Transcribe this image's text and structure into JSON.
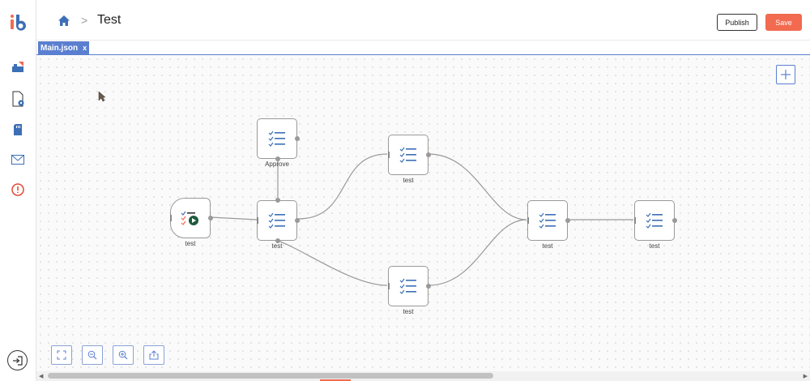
{
  "header": {
    "breadcrumb_sep": ">",
    "title": "Test",
    "publish_label": "Publish",
    "save_label": "Save"
  },
  "tab": {
    "label": "Main.json",
    "close": "x"
  },
  "nodes": [
    {
      "id": "start",
      "label": "test"
    },
    {
      "id": "approve",
      "label": "Approve"
    },
    {
      "id": "center",
      "label": "test"
    },
    {
      "id": "top",
      "label": "test"
    },
    {
      "id": "bottom",
      "label": "test"
    },
    {
      "id": "merge",
      "label": "test"
    },
    {
      "id": "end",
      "label": "test"
    }
  ],
  "colors": {
    "accent": "#5b7fd0",
    "save": "#f26a4f",
    "icon_blue": "#3d6fb6"
  },
  "icons": {
    "sidebar": [
      "dashboard-icon",
      "document-settings-icon",
      "sd-card-icon",
      "mail-icon",
      "alert-icon"
    ],
    "toolbar": [
      "fit-view-icon",
      "zoom-out-icon",
      "zoom-in-icon",
      "export-icon"
    ]
  }
}
